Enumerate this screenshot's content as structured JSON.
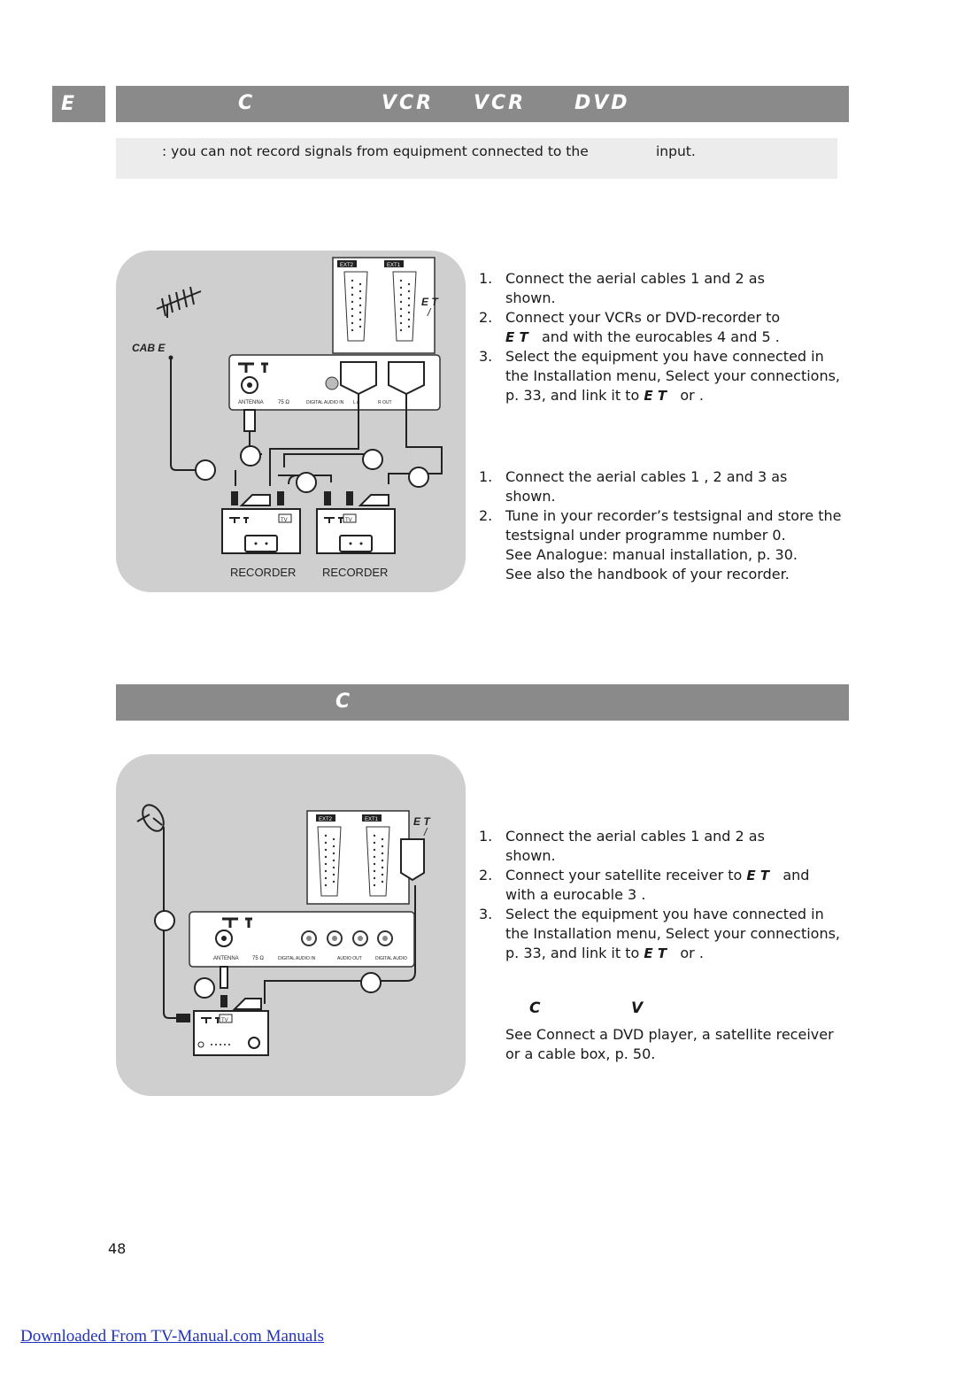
{
  "header": {
    "tab": "E",
    "title1_c": "C",
    "title1_vcr1": "VCR",
    "title1_vcr2": "VCR",
    "title1_dvd": "DVD"
  },
  "note": {
    "text_a": ": you can not record signals from equipment connected to the",
    "text_b": "input."
  },
  "diagram1": {
    "ext2": "EXT2",
    "ext1": "EXT1",
    "ext_et": "E  T",
    "ext_slash": "/",
    "cable": "CAB E",
    "antenna": "ANTENNA",
    "ohm": "75 Ω",
    "digital_audio_in": "DIGITAL AUDIO IN",
    "l_audio": "L   A",
    "r_out": "R   OUT",
    "tv": "TV",
    "recorder1": "RECORDER",
    "recorder2": "RECORDER"
  },
  "steps1": [
    {
      "n": "1.",
      "l1": "Connect the aerial cables 1    and 2    as",
      "l2": "shown."
    },
    {
      "n": "2.",
      "l1": "Connect your VCRs or DVD-recorder to",
      "l2b": "E  T",
      "l2": "and      with the eurocables 4    and 5   ."
    },
    {
      "n": "3.",
      "l1": "Select the equipment you have connected in",
      "l2": "the Installation menu, Select your connections,",
      "l3": "p. 33, and link it to",
      "l3b": "E  T",
      "l3c": "or   ."
    }
  ],
  "steps2": [
    {
      "n": "1.",
      "l1": "Connect the aerial cables 1    , 2    and 3    as",
      "l2": "shown."
    },
    {
      "n": "2.",
      "l1": "Tune in your recorder’s testsignal and store the",
      "l2": "testsignal under programme number 0.",
      "l3": "See Analogue: manual installation, p. 30.",
      "l4": "See also the handbook of your recorder."
    }
  ],
  "section2": {
    "title_c": "C"
  },
  "diagram2": {
    "ext2": "EXT2",
    "ext1": "EXT1",
    "ext_et": "E  T",
    "ext_slash": "/",
    "antenna": "ANTENNA",
    "ohm": "75 Ω",
    "digital_audio_in": "DIGITAL AUDIO IN",
    "audio_out": "AUDIO OUT",
    "digital_audio": "DIGITAL AUDIO",
    "tv": "TV"
  },
  "steps3": [
    {
      "n": "1.",
      "l1": "Connect the aerial cables 1    and 2    as",
      "l2": "shown."
    },
    {
      "n": "2.",
      "l1": "Connect your satellite receiver to",
      "l1b": "E  T",
      "l1c": "and",
      "l2": "with a eurocable 3   ."
    },
    {
      "n": "3.",
      "l1": "Select the equipment you have connected in",
      "l2": "the Installation menu, Select your connections,",
      "l3": "p. 33, and link it to",
      "l3b": "E  T",
      "l3c": "or   ."
    }
  ],
  "subhead": {
    "c": "C",
    "v": "V"
  },
  "see_connect": {
    "l1": "See Connect a DVD player, a satellite receiver",
    "l2": "or a cable box, p. 50."
  },
  "page_number": "48",
  "footer": "Downloaded From TV-Manual.com Manuals"
}
